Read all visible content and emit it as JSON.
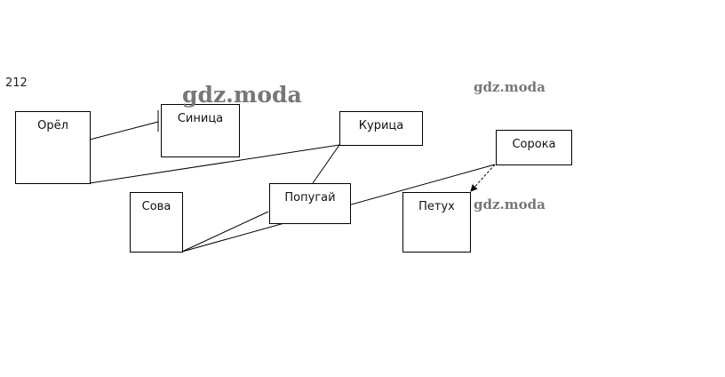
{
  "task_number": "212",
  "nodes": {
    "orel": "Орёл",
    "sinitsa": "Синица",
    "kuritsa": "Курица",
    "popugai": "Попугай",
    "sova": "Сова",
    "petukh": "Петух",
    "soroka": "Сорока"
  },
  "watermark": "gdz.moda"
}
